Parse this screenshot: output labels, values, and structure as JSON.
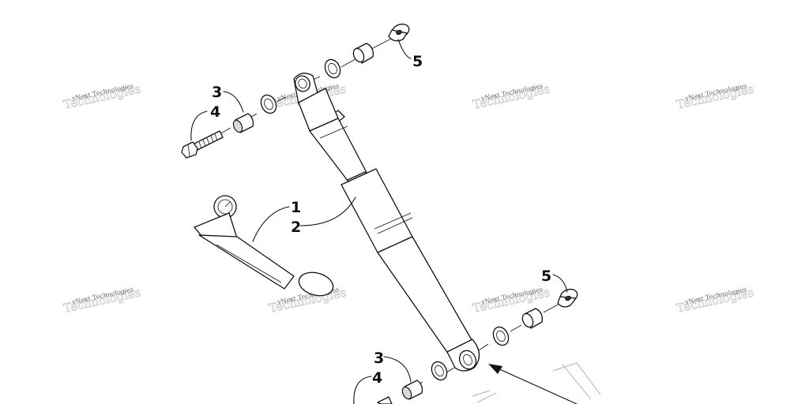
{
  "diagram": {
    "callouts": [
      {
        "id": "c5-top",
        "label": "5"
      },
      {
        "id": "c3-top",
        "label": "3"
      },
      {
        "id": "c4-top",
        "label": "4"
      },
      {
        "id": "c1",
        "label": "1"
      },
      {
        "id": "c2",
        "label": "2"
      },
      {
        "id": "c5-right",
        "label": "5"
      },
      {
        "id": "c3-bottom",
        "label": "3"
      },
      {
        "id": "c4-bottom",
        "label": "4"
      }
    ],
    "watermark": {
      "text": "vNext Technologies",
      "ghost": "Technologies"
    }
  }
}
